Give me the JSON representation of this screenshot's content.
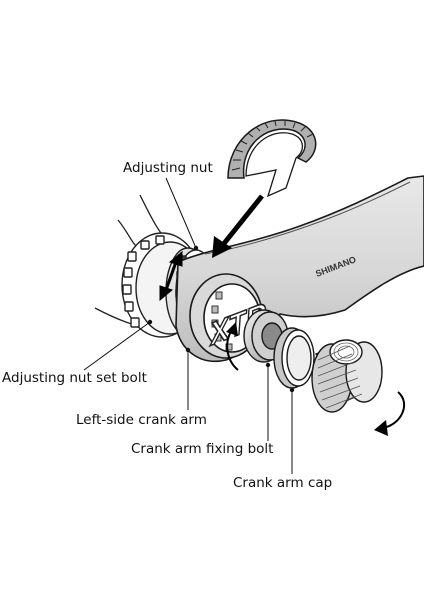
{
  "labels": {
    "adjusting_nut": "Adjusting nut",
    "adjusting_nut_set_bolt": "Adjusting nut set bolt",
    "left_side_crank_arm": "Left-side crank arm",
    "crank_arm_fixing_bolt": "Crank arm fixing bolt",
    "crank_arm_cap": "Crank arm cap"
  },
  "brand": {
    "maker": "SHIMANO",
    "model": "XTR"
  }
}
